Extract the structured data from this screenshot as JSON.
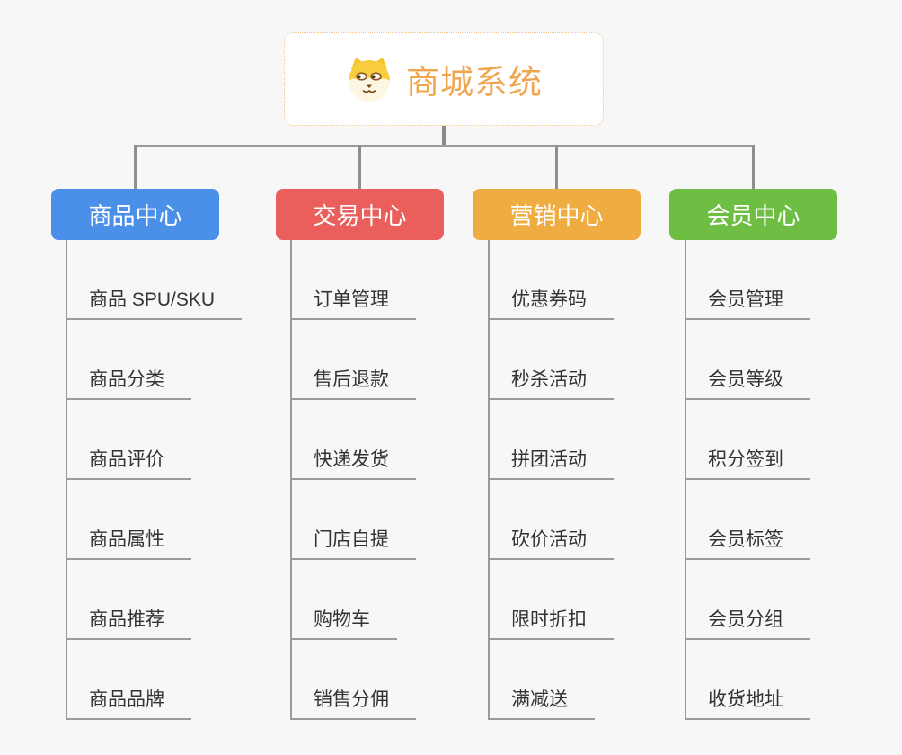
{
  "canvas": {
    "background": "#F7F7F7"
  },
  "root": {
    "title": "商城系统",
    "title_color": "#F0A64F",
    "border_color": "#F3C584",
    "icon": "doge-face-icon"
  },
  "connector_color": "#8F8F8F",
  "branches": [
    {
      "label": "商品中心",
      "color": "#4B90E8",
      "children": [
        "商品 SPU/SKU",
        "商品分类",
        "商品评价",
        "商品属性",
        "商品推荐",
        "商品品牌"
      ]
    },
    {
      "label": "交易中心",
      "color": "#EA5E5B",
      "children": [
        "订单管理",
        "售后退款",
        "快递发货",
        "门店自提",
        "购物车",
        "销售分佣"
      ]
    },
    {
      "label": "营销中心",
      "color": "#EFAD41",
      "children": [
        "优惠券码",
        "秒杀活动",
        "拼团活动",
        "砍价活动",
        "限时折扣",
        "满减送"
      ]
    },
    {
      "label": "会员中心",
      "color": "#6EBE44",
      "children": [
        "会员管理",
        "会员等级",
        "积分签到",
        "会员标签",
        "会员分组",
        "收货地址"
      ]
    }
  ]
}
